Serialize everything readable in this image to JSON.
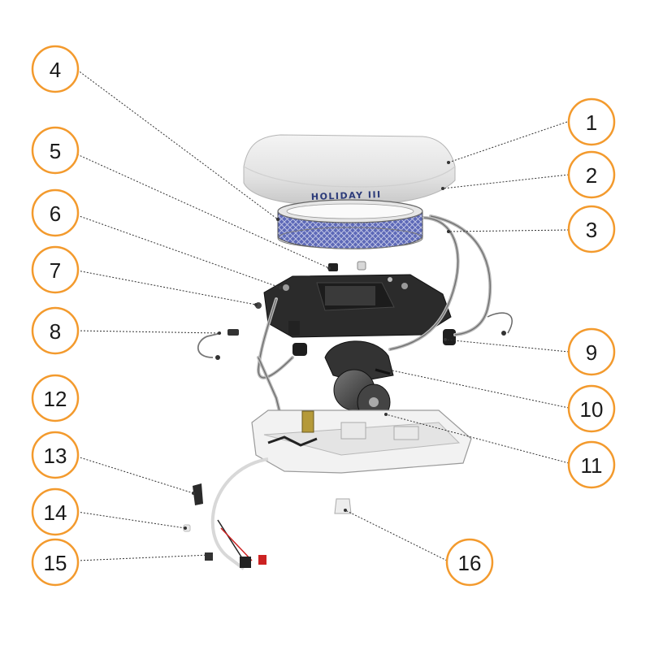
{
  "product_label": "HOLIDAY III",
  "callouts": [
    "1",
    "2",
    "3",
    "4",
    "5",
    "6",
    "7",
    "8",
    "9",
    "10",
    "11",
    "12",
    "13",
    "14",
    "15",
    "16"
  ],
  "colors": {
    "callout_border": "#f39a2d",
    "leader_line": "#333333",
    "filter_blue": "#5561b2",
    "base_dark": "#2a2a2a"
  }
}
